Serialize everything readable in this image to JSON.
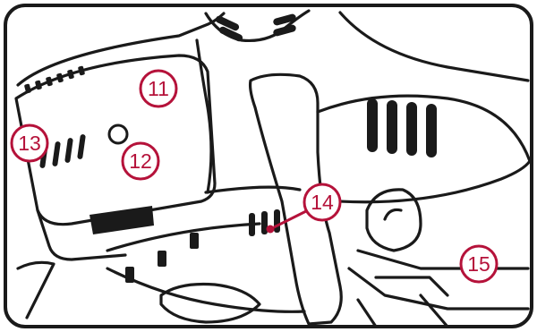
{
  "diagram": {
    "callouts": [
      {
        "id": "11",
        "label": "11"
      },
      {
        "id": "12",
        "label": "12"
      },
      {
        "id": "13",
        "label": "13"
      },
      {
        "id": "14",
        "label": "14"
      },
      {
        "id": "15",
        "label": "15"
      }
    ],
    "colors": {
      "outline": "#1a1a1a",
      "callout": "#b5123a",
      "background": "#ffffff"
    }
  }
}
